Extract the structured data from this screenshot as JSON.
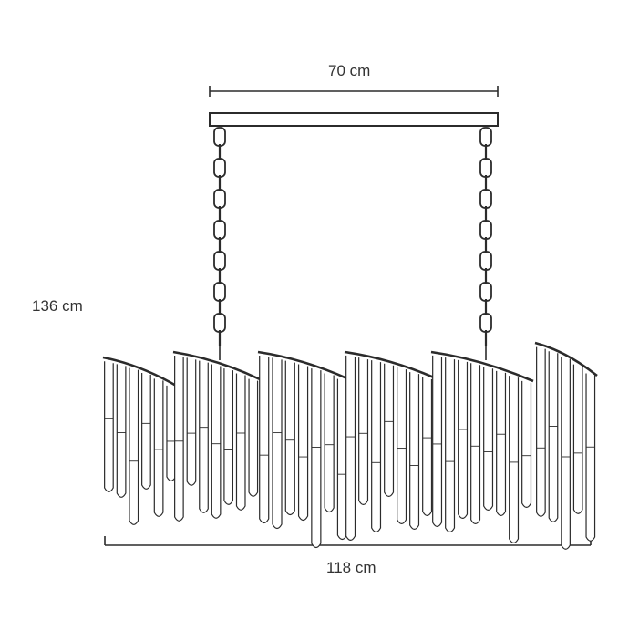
{
  "dimensions": {
    "top_width": "70 cm",
    "height": "136 cm",
    "bottom_width": "118 cm"
  },
  "colors": {
    "line": "#2b2b2b",
    "background": "#ffffff"
  }
}
